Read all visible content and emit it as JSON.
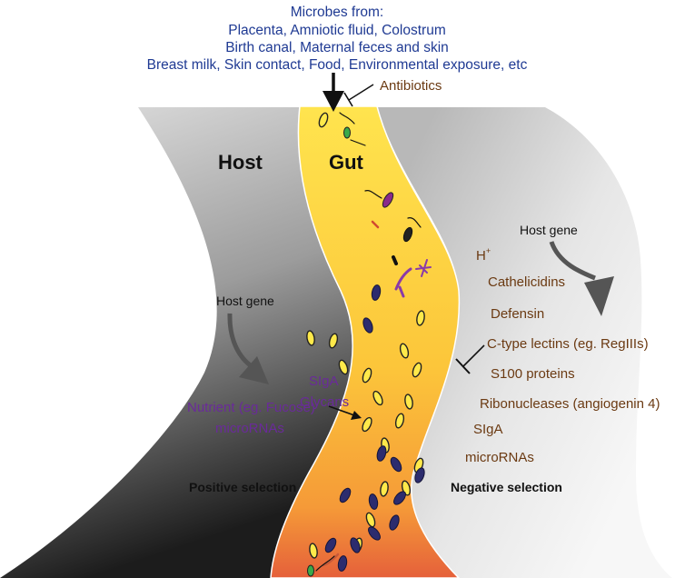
{
  "colors": {
    "source_text": "#1f3a93",
    "negative_text": "#6b3a12",
    "positive_text": "#6a2a9a",
    "gut_fill_top": "#ffe04a",
    "gut_fill_bottom": "#e8643a"
  },
  "sources": {
    "title": "Microbes from:",
    "line1": "Placenta, Amniotic fluid, Colostrum",
    "line2": "Birth canal, Maternal feces and skin",
    "line3": "Breast milk, Skin contact, Food, Environmental exposure, etc"
  },
  "antibiotics": "Antibiotics",
  "labels": {
    "host": "Host",
    "gut": "Gut",
    "host_gene_left": "Host gene",
    "host_gene_right": "Host gene",
    "positive_selection": "Positive selection",
    "negative_selection": "Negative selection"
  },
  "negative_factors": {
    "h_plus": "H",
    "h_plus_sup": "+",
    "cathelicidins": "Cathelicidins",
    "defensin": "Defensin",
    "ctype_lectins": "C-type lectins (eg. RegIIIs)",
    "s100": "S100 proteins",
    "ribonucleases": "Ribonucleases (angiogenin 4)",
    "siga": "SIgA",
    "micrornas": "microRNAs"
  },
  "positive_factors": {
    "siga": "SIgA",
    "glycans": "Glycans",
    "nutrient": "Nutrient (eg. Fucose)",
    "micrornas": "microRNAs"
  },
  "icons": [
    "down-arrow-icon",
    "inhibition-bar-icon",
    "curved-arrow-icon",
    "bacterium-icon"
  ]
}
